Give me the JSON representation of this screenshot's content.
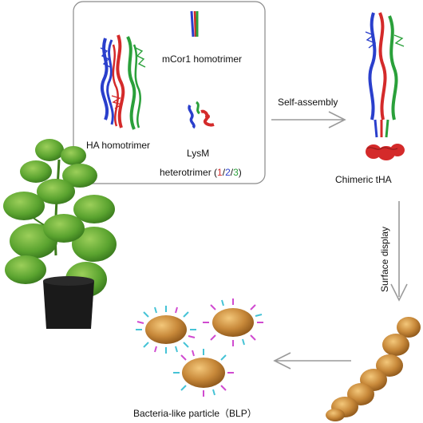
{
  "components_box": {
    "labels": {
      "ha": "HA homotrimer",
      "mcor1": "mCor1 homotrimer",
      "lysm_line1": "LysM",
      "lysm_line2_prefix": "heterotrimer (",
      "lysm_n1": "1",
      "lysm_sep1": "/",
      "lysm_n2": "2",
      "lysm_sep2": "/",
      "lysm_n3": "3",
      "lysm_suffix": ")"
    }
  },
  "steps": {
    "self_assembly": "Self-assembly",
    "chimeric": "Chimeric tHA",
    "surface_display": "Surface display",
    "blp": "Bacteria-like particle（BLP）"
  },
  "colors": {
    "chain_red": "#d42a2a",
    "chain_blue": "#2a3fcc",
    "chain_green": "#2aa03a",
    "box_border": "#8a8a8a",
    "arrow": "#9a9a9a",
    "bacterium": "#c8893a",
    "spike_cyan": "#46c3d6",
    "spike_magenta": "#d04bd0",
    "leaf": "#4c9a2a",
    "pot": "#1a1a1a"
  },
  "icons": [
    "protein-structure-icon",
    "plant-icon",
    "bacterium-chain-icon",
    "blp-particle-icon",
    "arrow-icon"
  ]
}
